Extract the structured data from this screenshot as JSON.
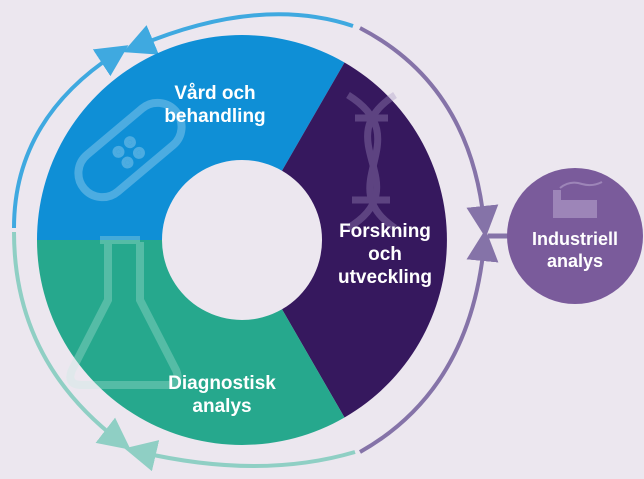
{
  "segments": {
    "vard": {
      "line1": "Vård och",
      "line2": "behandling",
      "color": "#0f8fd6",
      "icon": "bandage-icon"
    },
    "forskning": {
      "line1": "Forskning",
      "line2": "och",
      "line3": "utveckling",
      "color": "#36185e",
      "icon": "dna-icon"
    },
    "diagnostisk": {
      "line1": "Diagnostisk",
      "line2": "analys",
      "color": "#26a88d",
      "icon": "flask-icon"
    }
  },
  "industry": {
    "line1": "Industriell",
    "line2": "analys",
    "color": "#7a5b9b",
    "icon": "factory-icon"
  },
  "arrows": {
    "blue": "#3fa9e0",
    "purple": "#8573a8",
    "teal": "#8fcfc4"
  },
  "background": "#ece7ef"
}
